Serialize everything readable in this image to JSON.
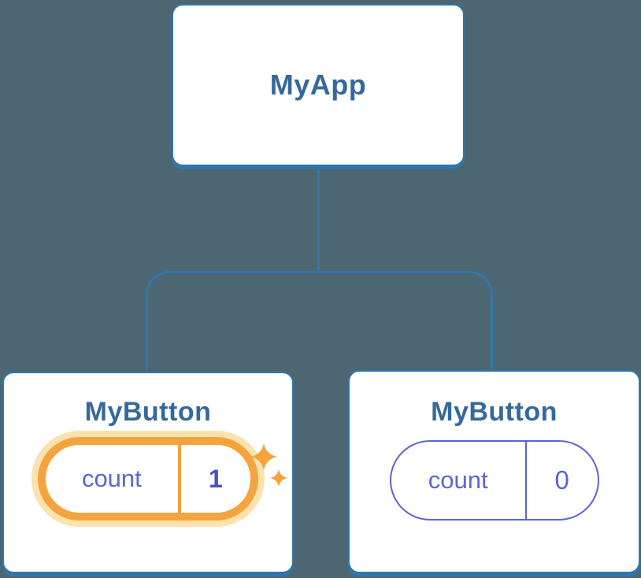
{
  "diagram": {
    "description": "React component tree with state",
    "background_color": "#4c6771",
    "root": {
      "title": "MyApp"
    },
    "children": [
      {
        "title": "MyButton",
        "state_pill": {
          "label": "count",
          "value": "1"
        },
        "highlighted": true,
        "icon": "sparkles-icon"
      },
      {
        "title": "MyButton",
        "state_pill": {
          "label": "count",
          "value": "0"
        },
        "highlighted": false
      }
    ],
    "colors": {
      "background": "#4c6771",
      "card_border_blue": "#2f77ab",
      "title_text_blue": "#35699c",
      "state_violet": "#5c64d6",
      "state_value_dark_violet": "#4a50c8",
      "highlight_orange": "#f4a43f",
      "highlight_glow": "#fbe2ae"
    }
  }
}
